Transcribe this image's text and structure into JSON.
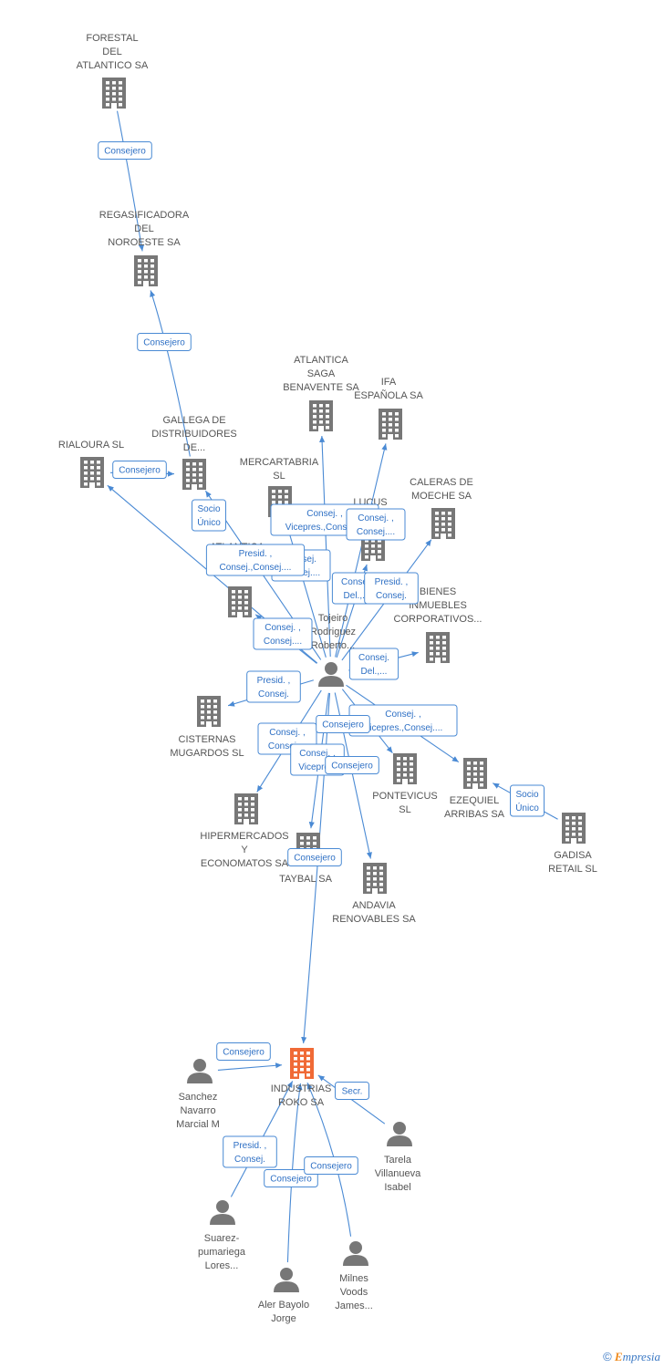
{
  "colors": {
    "company": "#777777",
    "focus": "#f06a36",
    "person": "#777777",
    "edge": "#4a8ad4",
    "label": "#555555"
  },
  "nodes": [
    {
      "id": "forestal",
      "kind": "company",
      "label": [
        "FORESTAL",
        "DEL",
        "ATLANTICO SA"
      ]
    },
    {
      "id": "regasificadora",
      "kind": "company",
      "label": [
        "REGASIFICADORA",
        "DEL",
        "NOROESTE SA"
      ]
    },
    {
      "id": "gallega",
      "kind": "company",
      "label": [
        "GALLEGA DE",
        "DISTRIBUIDORES",
        "DE..."
      ]
    },
    {
      "id": "rialoura",
      "kind": "company",
      "label": [
        "RIALOURA SL"
      ]
    },
    {
      "id": "atlantica_saga",
      "kind": "company",
      "label": [
        "ATLANTICA",
        "SAGA",
        "BENAVENTE SA"
      ]
    },
    {
      "id": "ifa",
      "kind": "company",
      "label": [
        "IFA",
        "ESPAÑOLA SA"
      ]
    },
    {
      "id": "mercartabria",
      "kind": "company",
      "label": [
        "MERCARTABRIA",
        "SL"
      ]
    },
    {
      "id": "lucus",
      "kind": "company",
      "label": [
        "LUCUS"
      ]
    },
    {
      "id": "caleras",
      "kind": "company",
      "label": [
        "CALERAS DE",
        "MOECHE SA"
      ]
    },
    {
      "id": "atlantica2",
      "kind": "company",
      "label": [
        "ATLANTICA"
      ]
    },
    {
      "id": "bienes",
      "kind": "company",
      "label": [
        "BIENES",
        "INMUEBLES",
        "CORPORATIVOS..."
      ]
    },
    {
      "id": "tojeiro",
      "kind": "person",
      "label": [
        "Tojeiro",
        "Rodriguez",
        "Roberto..."
      ]
    },
    {
      "id": "cisternas",
      "kind": "company",
      "label": [
        "CISTERNAS",
        "MUGARDOS SL"
      ]
    },
    {
      "id": "pontevicus",
      "kind": "company",
      "label": [
        "PONTEVICUS",
        "SL"
      ]
    },
    {
      "id": "ezequiel",
      "kind": "company",
      "label": [
        "EZEQUIEL",
        "ARRIBAS SA"
      ]
    },
    {
      "id": "gadisa",
      "kind": "company",
      "label": [
        "GADISA",
        "RETAIL SL"
      ]
    },
    {
      "id": "hipermercados",
      "kind": "company",
      "label": [
        "HIPERMERCADOS",
        "Y",
        "ECONOMATOS SA"
      ]
    },
    {
      "id": "taybal",
      "kind": "company",
      "label": [
        "TAYBAL SA"
      ]
    },
    {
      "id": "andavia",
      "kind": "company",
      "label": [
        "ANDAVIA",
        "RENOVABLES SA"
      ]
    },
    {
      "id": "industrias",
      "kind": "focus",
      "label": [
        "INDUSTRIAS",
        "ROKO SA"
      ]
    },
    {
      "id": "sanchez",
      "kind": "person",
      "label": [
        "Sanchez",
        "Navarro",
        "Marcial M"
      ]
    },
    {
      "id": "tarela",
      "kind": "person",
      "label": [
        "Tarela",
        "Villanueva",
        "Isabel"
      ]
    },
    {
      "id": "suarez",
      "kind": "person",
      "label": [
        "Suarez-",
        "pumariega",
        "Lores..."
      ]
    },
    {
      "id": "milnes",
      "kind": "person",
      "label": [
        "Milnes",
        "Voods",
        "James..."
      ]
    },
    {
      "id": "aler",
      "kind": "person",
      "label": [
        "Aler Bayolo",
        "Jorge"
      ]
    }
  ],
  "edges": [
    {
      "from": "forestal",
      "to": "regasificadora",
      "label": [
        "Consejero"
      ]
    },
    {
      "from": "gallega",
      "to": "regasificadora",
      "label": [
        "Consejero"
      ]
    },
    {
      "from": "rialoura",
      "to": "gallega",
      "label": [
        "Consejero"
      ]
    },
    {
      "from": "tojeiro",
      "to": "gallega",
      "label": [
        "Socio",
        "Único"
      ]
    },
    {
      "from": "tojeiro",
      "to": "atlantica_saga",
      "label": [
        "Consej. ,",
        "Vicepres.,Consej...."
      ]
    },
    {
      "from": "tojeiro",
      "to": "ifa",
      "label": [
        "Consej. ,",
        "Consej...."
      ]
    },
    {
      "from": "tojeiro",
      "to": "mercartabria",
      "label": [
        "Consej.",
        "Consej...."
      ]
    },
    {
      "from": "tojeiro",
      "to": "lucus",
      "label": [
        "Consej.",
        "Del.,..."
      ]
    },
    {
      "from": "tojeiro",
      "to": "caleras",
      "label": [
        "Presid. ,",
        "Consej."
      ]
    },
    {
      "from": "tojeiro",
      "to": "atlantica2",
      "label": [
        "Presid. ,",
        "Consej.,Consej...."
      ]
    },
    {
      "from": "tojeiro",
      "to": "bienes",
      "label": [
        "Consej.",
        "Del.,..."
      ]
    },
    {
      "from": "tojeiro",
      "to": "rialoura",
      "label": [
        "Consej. ,",
        "Consej...."
      ]
    },
    {
      "from": "tojeiro",
      "to": "cisternas",
      "label": [
        "Presid. ,",
        "Consej."
      ]
    },
    {
      "from": "tojeiro",
      "to": "hipermercados",
      "label": [
        "Consej. ,",
        "Consej...."
      ]
    },
    {
      "from": "tojeiro",
      "to": "taybal",
      "label": [
        "Consej. ,",
        "Vicepres."
      ]
    },
    {
      "from": "tojeiro",
      "to": "pontevicus",
      "label": [
        "Consejero"
      ]
    },
    {
      "from": "tojeiro",
      "to": "ezequiel",
      "label": [
        "Consej. ,",
        "Vicepres.,Consej...."
      ]
    },
    {
      "from": "tojeiro",
      "to": "andavia",
      "label": [
        "Consejero"
      ]
    },
    {
      "from": "tojeiro",
      "to": "industrias",
      "label": [
        "Consejero"
      ]
    },
    {
      "from": "gadisa",
      "to": "ezequiel",
      "label": [
        "Socio",
        "Único"
      ]
    },
    {
      "from": "sanchez",
      "to": "industrias",
      "label": [
        "Consejero"
      ]
    },
    {
      "from": "tarela",
      "to": "industrias",
      "label": [
        "Secr."
      ]
    },
    {
      "from": "suarez",
      "to": "industrias",
      "label": [
        "Presid. ,",
        "Consej."
      ]
    },
    {
      "from": "aler",
      "to": "industrias",
      "label": [
        "Consejero"
      ]
    },
    {
      "from": "milnes",
      "to": "industrias",
      "label": [
        "Consejero"
      ]
    }
  ],
  "copyright": {
    "symbol": "©",
    "brand_first": "E",
    "brand_rest": "mpresia"
  }
}
